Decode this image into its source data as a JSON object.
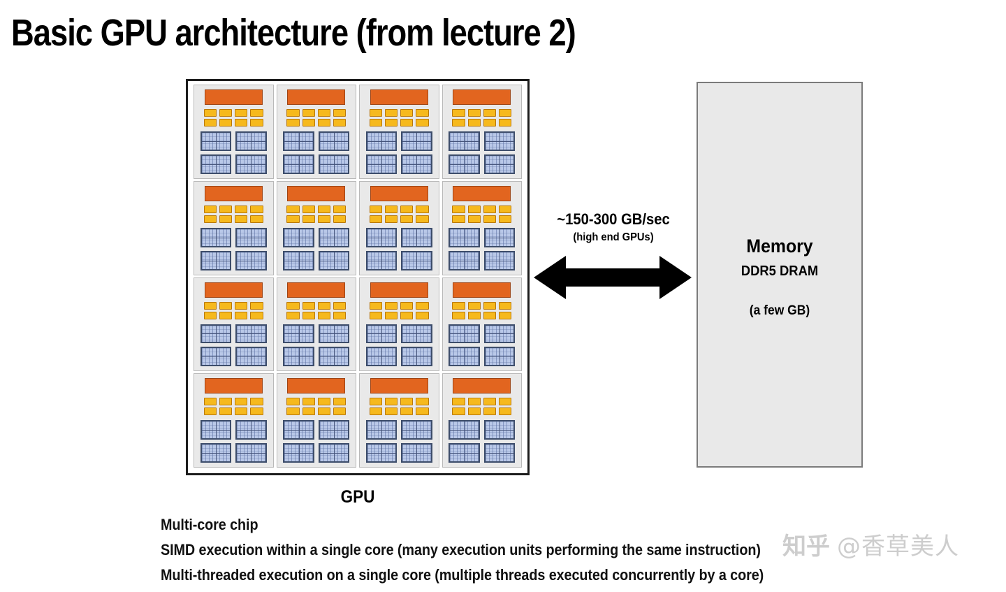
{
  "slide": {
    "title": "Basic GPU architecture (from lecture 2)",
    "background_color": "#ffffff"
  },
  "gpu": {
    "label": "GPU",
    "cores_rows": 4,
    "cores_cols": 4,
    "core_count": 16,
    "per_core": {
      "control_units": 1,
      "alu_count": 8,
      "alu_rows": 2,
      "alu_cols": 4,
      "context_blocks": 4,
      "context_rows": 2,
      "context_cols": 2
    },
    "colors": {
      "control_unit": "#e2651f",
      "alu": "#f6b91d",
      "context_storage": "#b9c8e8",
      "core_fill": "#e9e9e9",
      "chip_border": "#1c1c1c"
    },
    "cores": [
      {
        "id": "core-1"
      },
      {
        "id": "core-2"
      },
      {
        "id": "core-3"
      },
      {
        "id": "core-4"
      },
      {
        "id": "core-5"
      },
      {
        "id": "core-6"
      },
      {
        "id": "core-7"
      },
      {
        "id": "core-8"
      },
      {
        "id": "core-9"
      },
      {
        "id": "core-10"
      },
      {
        "id": "core-11"
      },
      {
        "id": "core-12"
      },
      {
        "id": "core-13"
      },
      {
        "id": "core-14"
      },
      {
        "id": "core-15"
      },
      {
        "id": "core-16"
      }
    ]
  },
  "bandwidth": {
    "rate": "~150-300 GB/sec",
    "note": "(high end GPUs)",
    "arrow_color": "#000000"
  },
  "memory": {
    "title": "Memory",
    "subtitle": "DDR5 DRAM",
    "capacity": "(a few GB)",
    "fill_color": "#e9e9e9",
    "border_color": "#7b7b7b"
  },
  "bullets": [
    "Multi-core chip",
    "SIMD execution within a single core (many execution units performing the same instruction)",
    "Multi-threaded execution on a single core (multiple threads executed concurrently by a core)"
  ],
  "watermark": {
    "logo": "知乎",
    "handle": "@香草美人",
    "color": "#cdcdcd"
  }
}
